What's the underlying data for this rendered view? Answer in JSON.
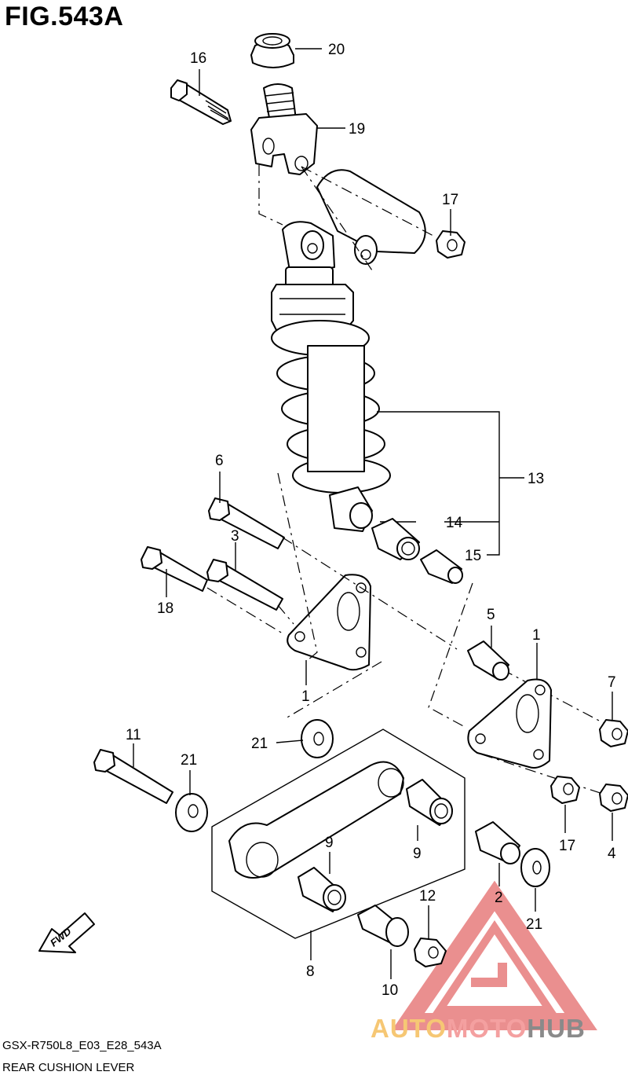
{
  "figure": {
    "title": "FIG.543A",
    "model_code": "GSX-R750L8_E03_E28_543A",
    "caption": "REAR CUSHION LEVER"
  },
  "callouts": {
    "c20": "20",
    "c16": "16",
    "c19": "19",
    "c17a": "17",
    "c13": "13",
    "c14": "14",
    "c15": "15",
    "c6": "6",
    "c3": "3",
    "c18": "18",
    "c5": "5",
    "c1a": "1",
    "c1b": "1",
    "c7": "7",
    "c21a": "21",
    "c11": "11",
    "c21b": "21",
    "c9a": "9",
    "c9b": "9",
    "c17b": "17",
    "c4": "4",
    "c2": "2",
    "c12": "12",
    "c21c": "21",
    "c8": "8",
    "c10": "10"
  },
  "fwd_arrow": {
    "label": "FWD"
  },
  "watermark": {
    "part1": "AUTO",
    "part2": "MOTO",
    "part3": "HUB",
    "logo_color": "#e46a6a"
  }
}
